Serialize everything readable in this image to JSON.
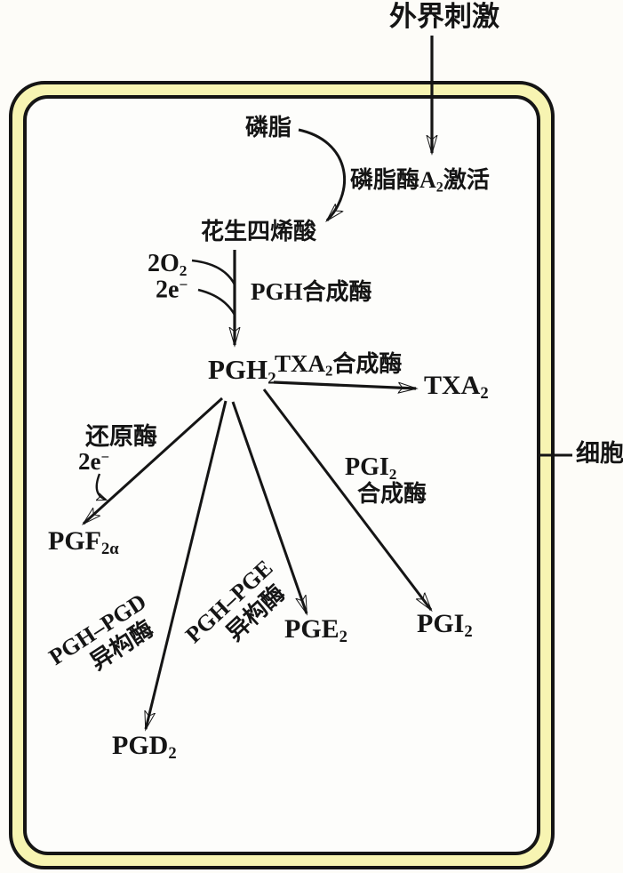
{
  "colors": {
    "ink": "#151515",
    "membrane_fill": "#f7f4b2",
    "paper": "#fdfcf8",
    "interior": "#fdfdfb"
  },
  "labels": {
    "external_stimulus": {
      "text": "外界刺激"
    },
    "phospholipid": {
      "text": "磷脂"
    },
    "phospholipase_activation": {
      "zh1": "磷脂酶",
      "lat": "A",
      "sub": "2",
      "zh2": "激活"
    },
    "arachidonic_acid": {
      "text": "花生四烯酸"
    },
    "o2_cofactor": {
      "base": "2O",
      "sub": "2"
    },
    "electrons_pgh": {
      "base": "2e",
      "sup": "−"
    },
    "pgh_synthase": {
      "lat": "PGH",
      "zh": "合成酶"
    },
    "pgh2": {
      "base": "PGH",
      "sub": "2"
    },
    "txa2_synthase": {
      "lat": "TXA",
      "sub": "2",
      "zh": "合成酶"
    },
    "txa2": {
      "base": "TXA",
      "sub": "2"
    },
    "reductase": {
      "text": "还原酶"
    },
    "electrons_reductase": {
      "base": "2e",
      "sup": "−"
    },
    "pgi2_synthase": {
      "line1_lat": "PGI",
      "line1_sub": "2",
      "line2": "合成酶"
    },
    "pgf2a": {
      "base": "PGF",
      "sub": "2α"
    },
    "isomerase_d": {
      "line1": "PGH–PGD",
      "line2": "异构酶"
    },
    "isomerase_e": {
      "line1": "PGH–PGE",
      "line2": "异构酶"
    },
    "pgd2": {
      "base": "PGD",
      "sub": "2"
    },
    "pge2": {
      "base": "PGE",
      "sub": "2"
    },
    "pgi2": {
      "base": "PGI",
      "sub": "2"
    },
    "cell": {
      "text": "细胞"
    }
  }
}
